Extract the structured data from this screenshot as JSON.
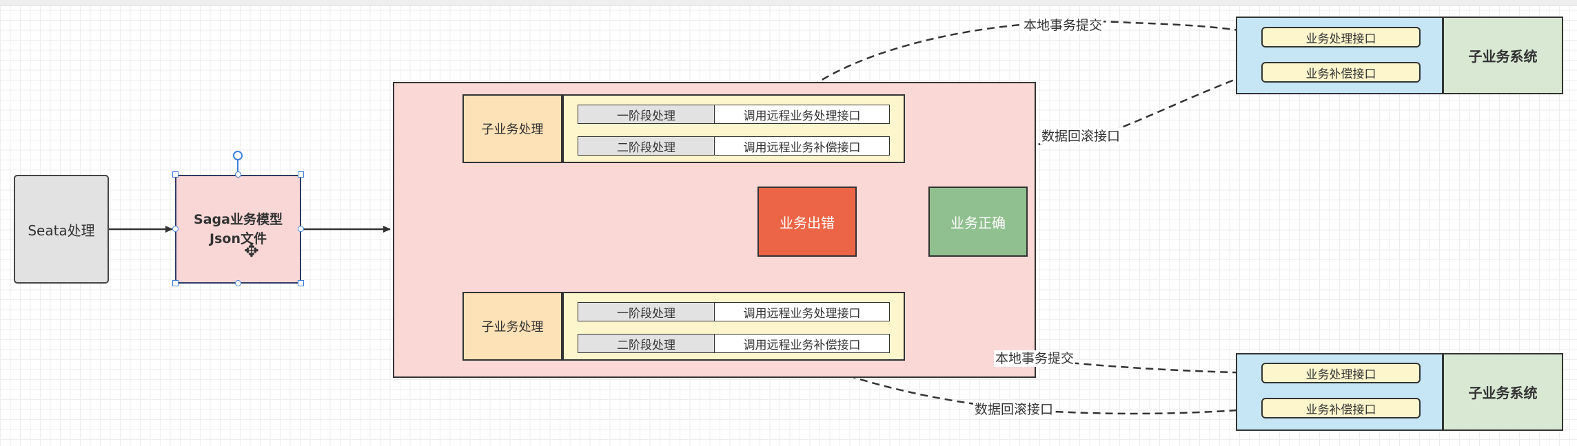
{
  "nodes": {
    "seata": "Seata处理",
    "saga_line1": "Saga业务模型",
    "saga_line2": "Json文件",
    "error": "业务出错",
    "correct": "业务正确"
  },
  "groups": [
    {
      "sub_label": "子业务处理",
      "phase1": "一阶段处理",
      "call1": "调用远程业务处理接口",
      "phase2": "二阶段处理",
      "call2": "调用远程业务补偿接口"
    },
    {
      "sub_label": "子业务处理",
      "phase1": "一阶段处理",
      "call1": "调用远程业务处理接口",
      "phase2": "二阶段处理",
      "call2": "调用远程业务补偿接口"
    }
  ],
  "services": [
    {
      "iface1": "业务处理接口",
      "iface2": "业务补偿接口",
      "name": "子业务系统"
    },
    {
      "iface1": "业务处理接口",
      "iface2": "业务补偿接口",
      "name": "子业务系统"
    }
  ],
  "edge_labels": {
    "top_commit": "本地事务提交",
    "top_rollback": "数据回滚接口",
    "bottom_commit": "本地事务提交",
    "bottom_rollback": "数据回滚接口"
  },
  "colors": {
    "main_bg": "#f9d8d6",
    "error": "#ec6547",
    "correct": "#90c08f",
    "service_bg": "#c6e6f5",
    "selection": "#3f7fd9"
  }
}
